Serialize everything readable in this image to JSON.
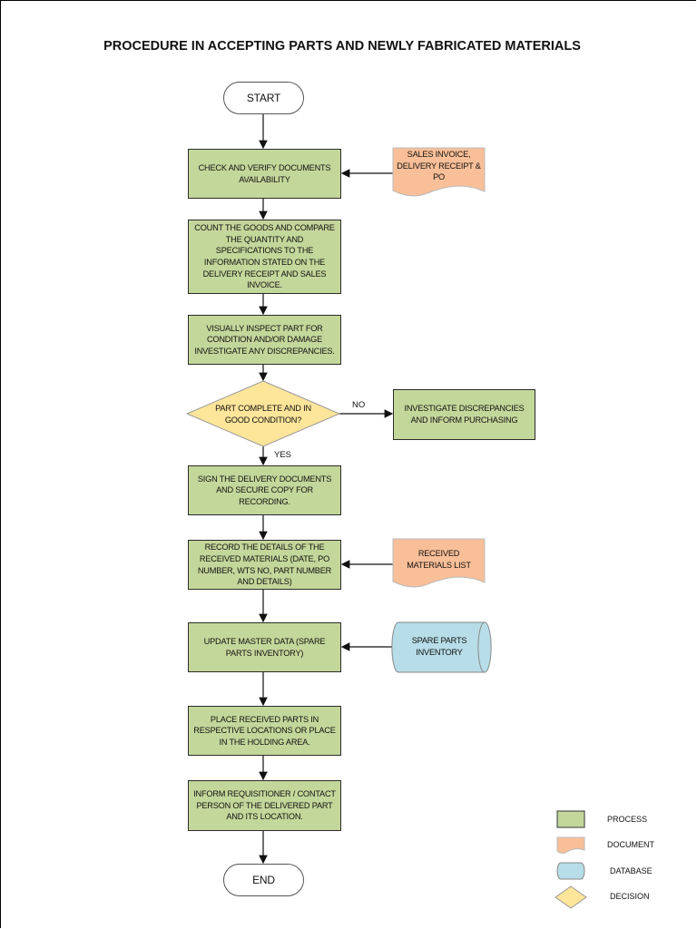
{
  "title": "PROCEDURE IN ACCEPTING PARTS AND NEWLY FABRICATED MATERIALS",
  "colors": {
    "process": "#c4d79b",
    "document": "#f9bf98",
    "database": "#b7dde8",
    "decision": "#fde59a"
  },
  "nodes": {
    "start": "START",
    "check": "CHECK AND VERIFY DOCUMENTS AVAILABILITY",
    "count": "COUNT THE GOODS AND COMPARE THE QUANTITY AND SPECIFICATIONS TO THE INFORMATION STATED ON THE DELIVERY RECEIPT AND SALES INVOICE.",
    "inspect": "VISUALLY INSPECT PART FOR CONDITION AND/OR DAMAGE INVESTIGATE ANY DISCREPANCIES.",
    "decision": "PART COMPLETE AND IN GOOD CONDITION?",
    "investigate": "INVESTIGATE DISCREPANCIES AND INFORM PURCHASING",
    "sign": "SIGN THE DELIVERY DOCUMENTS AND SECURE COPY FOR RECORDING.",
    "record": "RECORD THE DETAILS OF THE RECEIVED MATERIALS (DATE, PO NUMBER, WTS NO, PART NUMBER AND DETAILS)",
    "update": "UPDATE MASTER DATA (SPARE PARTS INVENTORY)",
    "place": "PLACE RECEIVED PARTS IN RESPECTIVE LOCATIONS OR PLACE IN THE HOLDING AREA.",
    "inform": "INFORM REQUISITIONER / CONTACT PERSON OF THE DELIVERED PART AND ITS LOCATION.",
    "end": "END",
    "doc_invoice": "SALES INVOICE, DELIVERY RECEIPT & PO",
    "doc_received": "RECEIVED MATERIALS LIST",
    "db_inventory": "SPARE PARTS INVENTORY"
  },
  "edge_labels": {
    "no": "NO",
    "yes": "YES"
  },
  "legend": {
    "process": "PROCESS",
    "document": "DOCUMENT",
    "database": "DATABASE",
    "decision": "DECISION"
  }
}
